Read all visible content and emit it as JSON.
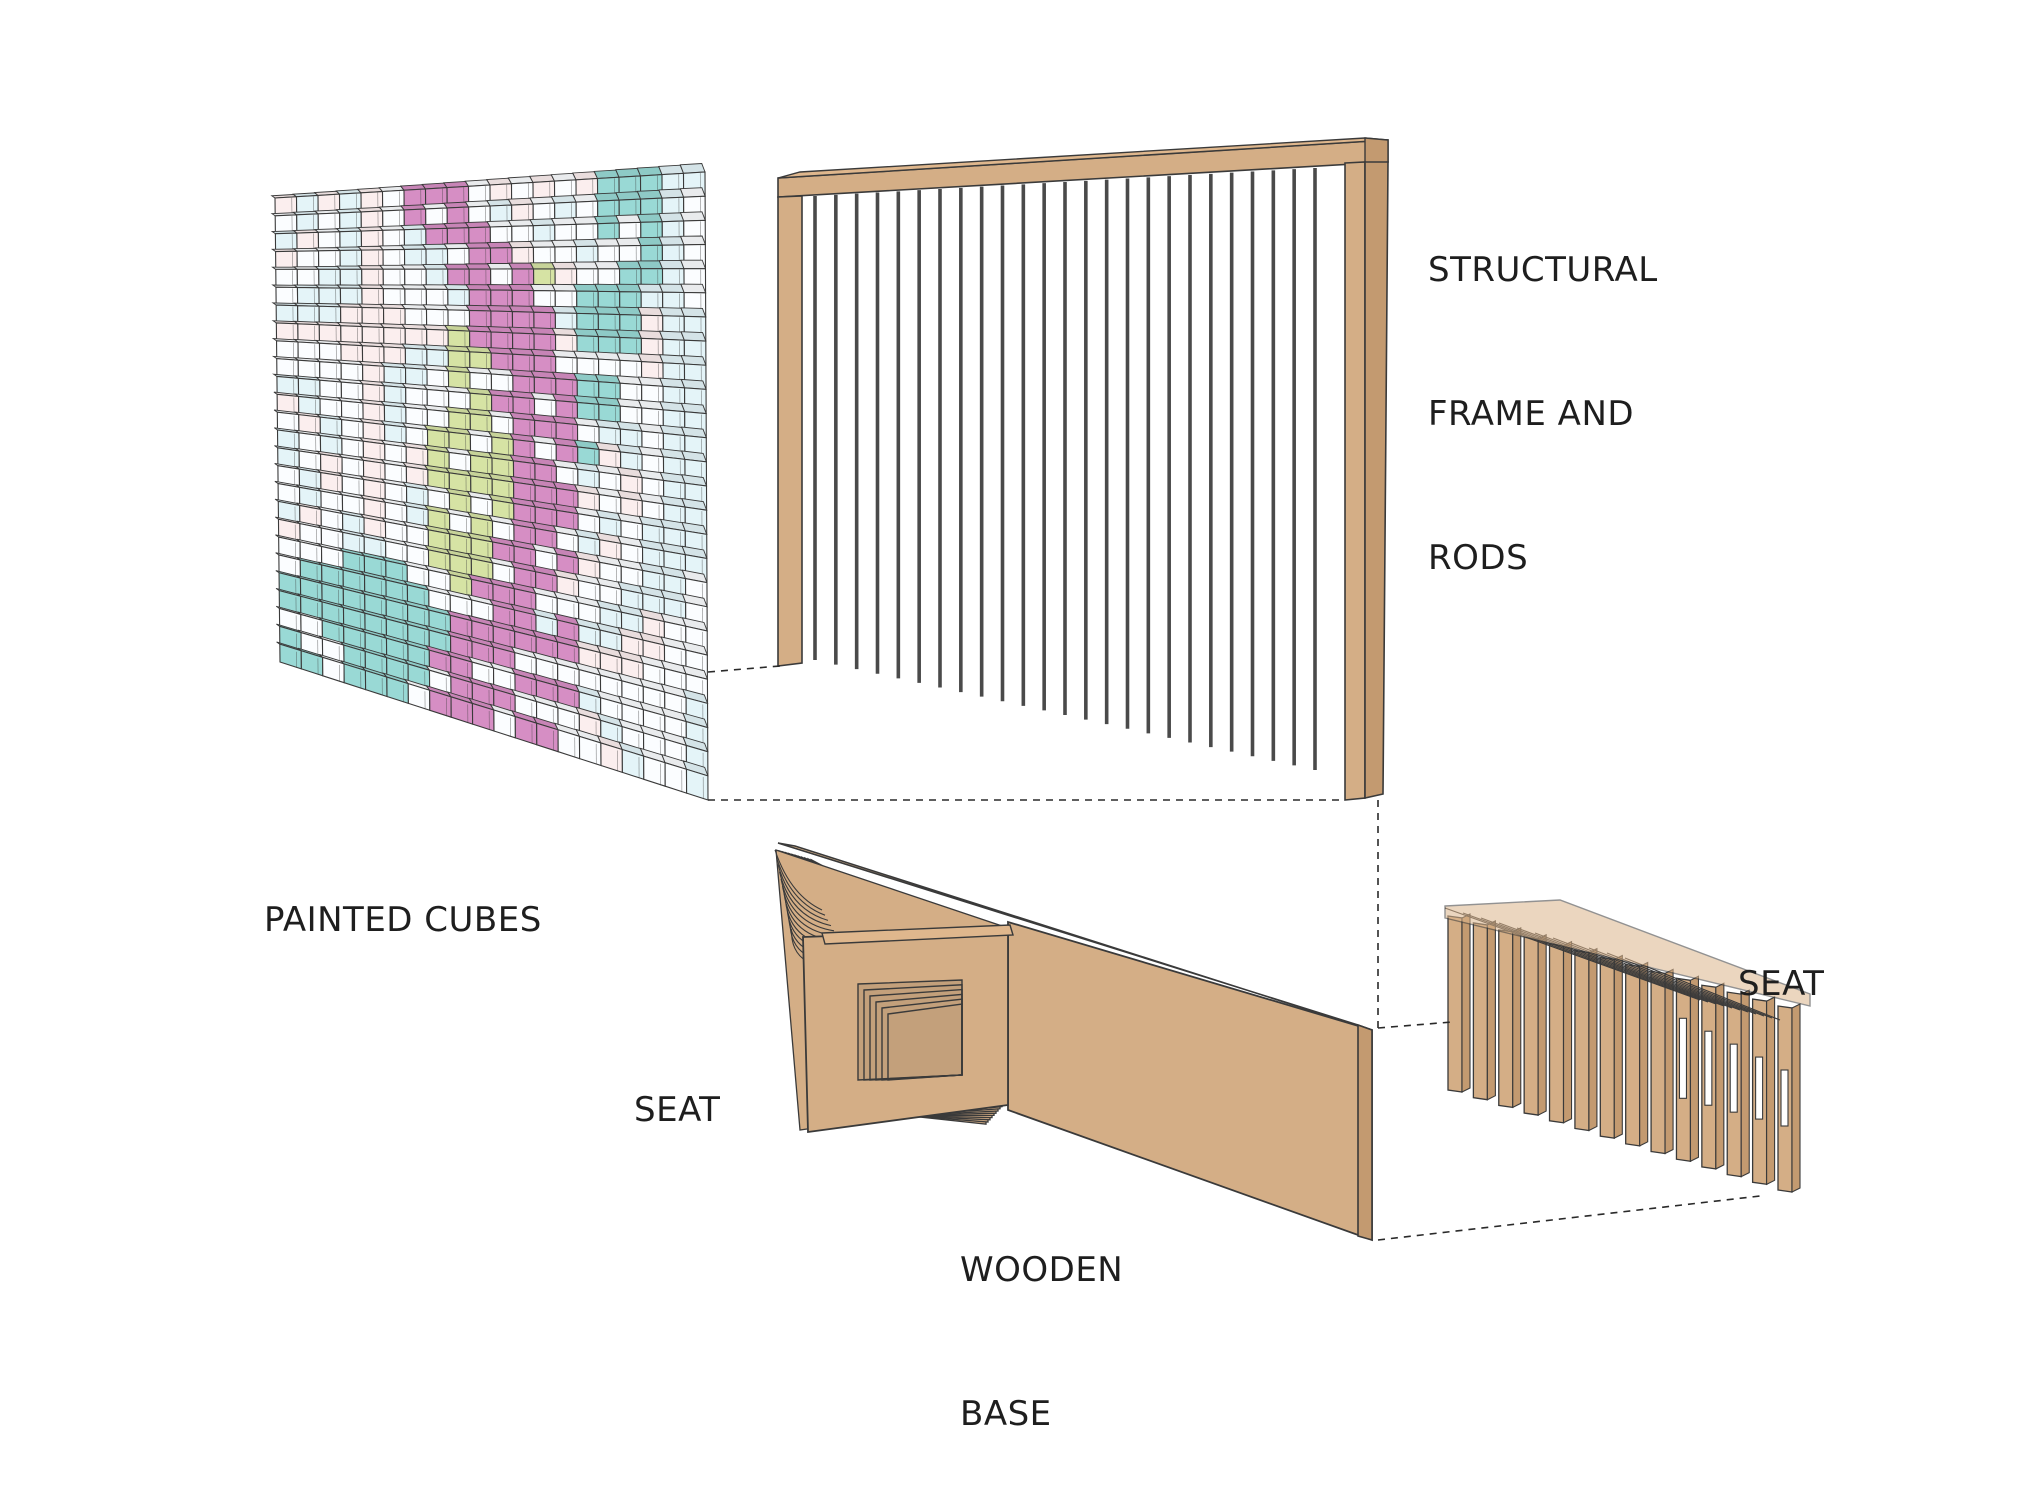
{
  "labels": {
    "painted_cubes": "PAINTED CUBES",
    "frame_line1": "STRUCTURAL",
    "frame_line2": "FRAME AND",
    "frame_line3": "RODS",
    "seat_left": "SEAT",
    "seat_right": "SEAT",
    "base_line1": "WOODEN",
    "base_line2": "BASE"
  },
  "colors": {
    "wood": "#d4ae86",
    "wood_dark": "#c39a70",
    "outline": "#3a3a3a",
    "rod": "#4a4a4a",
    "cube_white": "#fbfdff",
    "cube_lightblue": "#e4f4f8",
    "cube_teal": "#99d9d5",
    "cube_magenta": "#d68ec4",
    "cube_lime": "#d6e3a4",
    "cube_pink": "#fbeeee"
  }
}
